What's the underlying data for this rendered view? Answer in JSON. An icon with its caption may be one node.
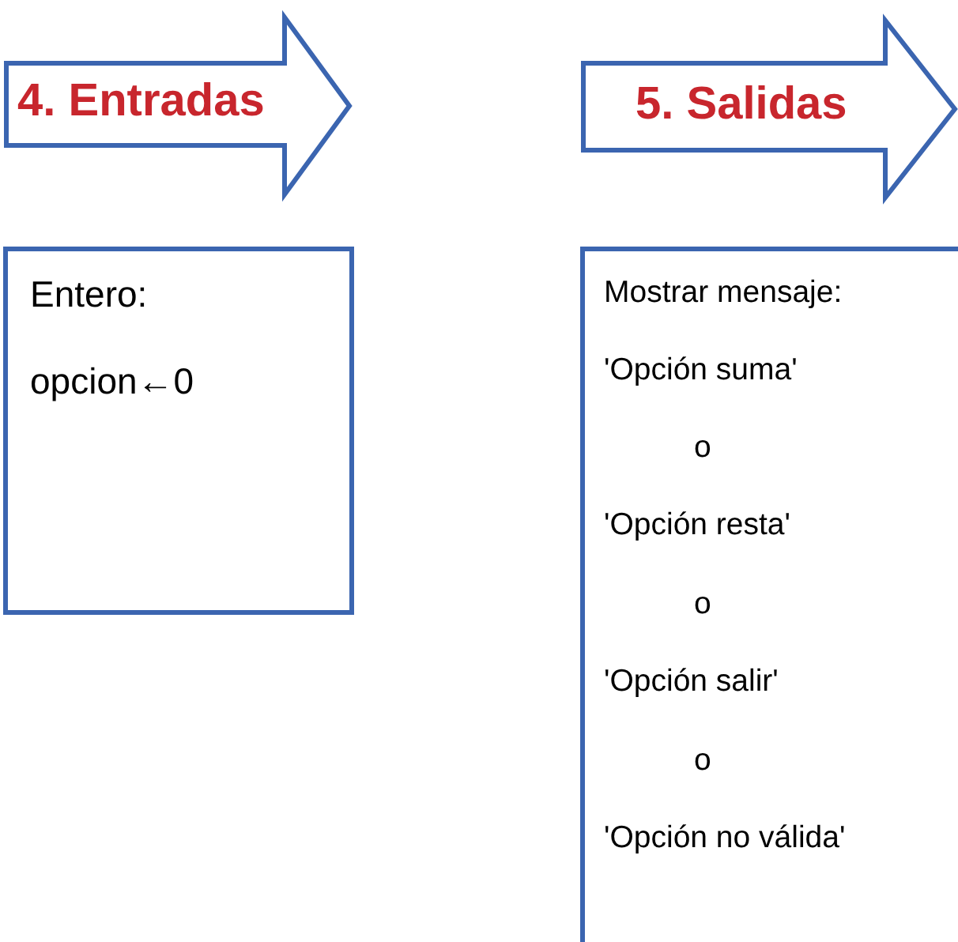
{
  "diagram": {
    "nodes": [
      {
        "text": [
          "4. Entradas"
        ]
      },
      {
        "text": [
          "5. Salidas"
        ]
      },
      {
        "text": [
          "Entero:",
          "opcion←0"
        ]
      },
      {
        "text": [
          "Mostrar mensaje:",
          "'Opción suma'",
          "o",
          "'Opción resta'",
          "o",
          "'Opción salir'",
          "o",
          "'Opción no válida'"
        ]
      }
    ],
    "edges": []
  }
}
